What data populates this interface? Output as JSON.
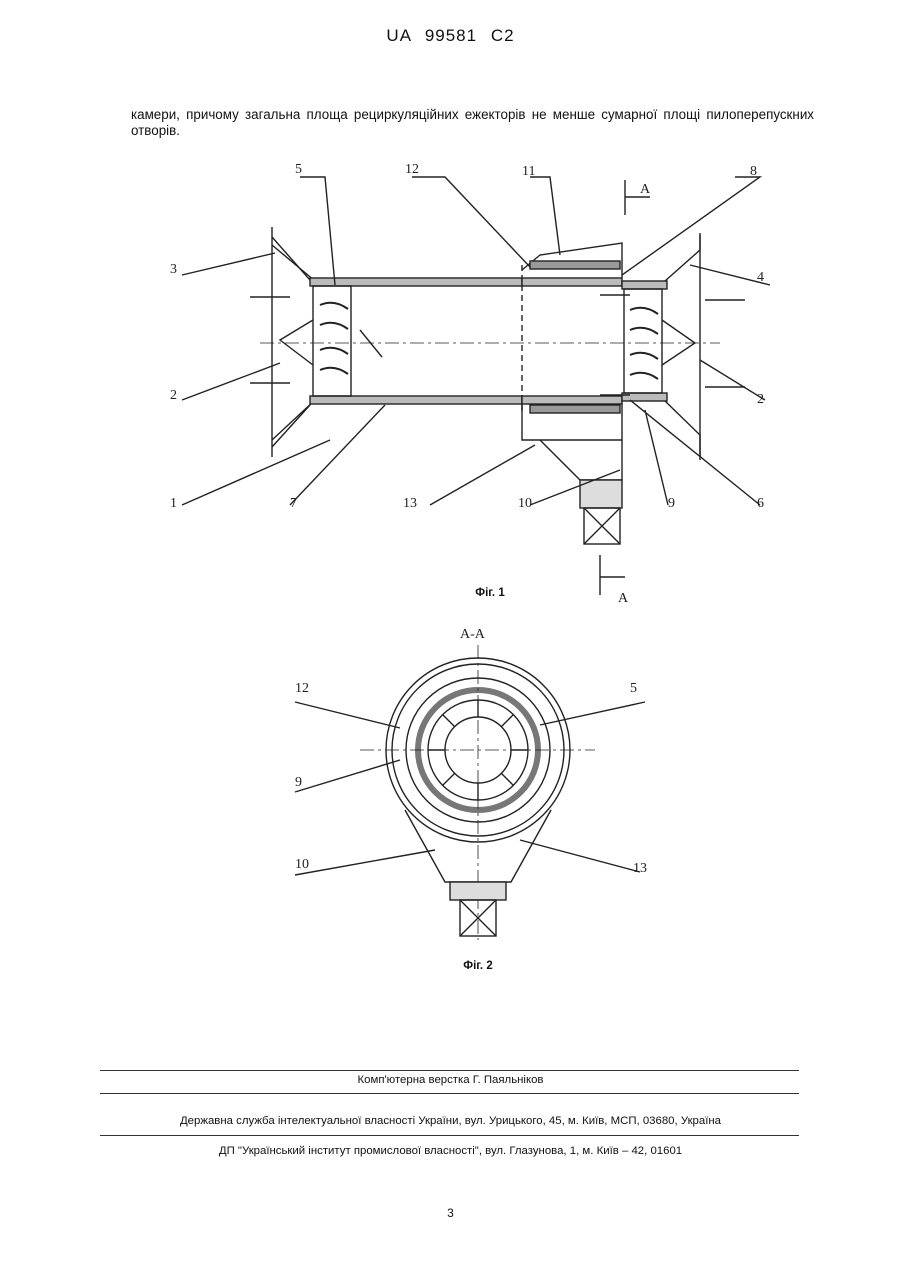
{
  "header": "UA   99581   C2",
  "paragraph": "камери, причому загальна площа рециркуляційних ежекторів не менше сумарної площі пилоперепускних отворів.",
  "figure1": {
    "caption": "Фіг. 1",
    "section_label_top": "A",
    "section_label_bottom": "A",
    "callouts": [
      "1",
      "2",
      "2",
      "3",
      "4",
      "5",
      "6",
      "7",
      "8",
      "9",
      "10",
      "11",
      "12",
      "13"
    ]
  },
  "figure2": {
    "caption": "Фіг. 2",
    "section_title": "A-A",
    "callouts": [
      "12",
      "5",
      "9",
      "10",
      "13"
    ]
  },
  "footer": {
    "layout_credit": "Комп'ютерна верстка Г. Паяльніков",
    "agency": "Державна служба інтелектуальної власності України, вул. Урицького, 45, м. Київ, МСП, 03680, Україна",
    "institute": "ДП \"Український інститут промислової власності\", вул. Глазунова, 1, м. Київ – 42, 01601"
  },
  "page_number": "3"
}
